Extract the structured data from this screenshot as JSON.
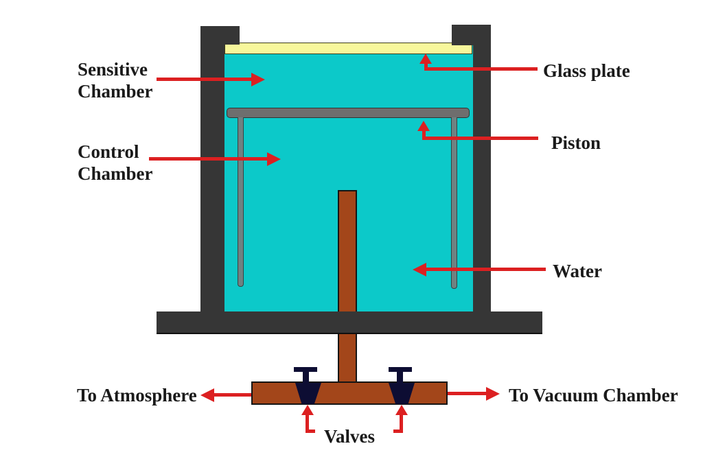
{
  "labels": {
    "sensitive_chamber": "Sensitive\nChamber",
    "control_chamber": "Control\nChamber",
    "glass_plate": "Glass plate",
    "piston": "Piston",
    "water": "Water",
    "to_atmosphere": "To Atmosphere",
    "to_vacuum_chamber": "To Vacuum Chamber",
    "valves": "Valves"
  },
  "colors": {
    "background": "#FFFFFF",
    "vessel_wall": "#363636",
    "water": "#0CC9C9",
    "glass_plate": "#F7F79B",
    "glass_plate_outline": "#3D3D1A",
    "piston": "#6E6E6E",
    "piston_leg": "#6F8282",
    "rod_pipe": "#A3461A",
    "valve": "#0D0D33",
    "arrow": "#DC2021",
    "text": "#1A1A1A"
  }
}
